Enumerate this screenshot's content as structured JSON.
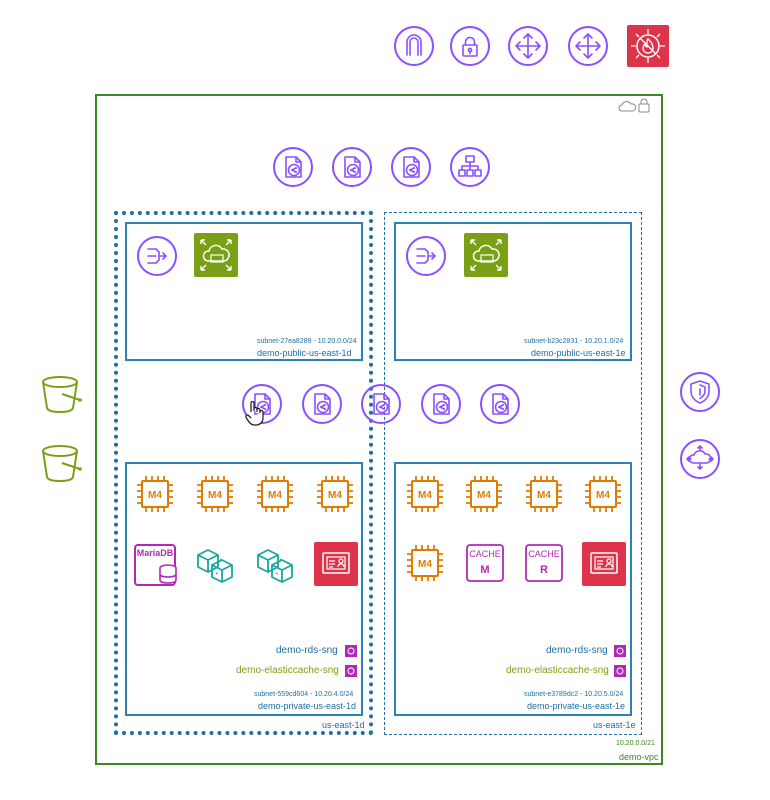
{
  "colors": {
    "vpc_border": "#3f8624",
    "subnet_border": "#2a82b5",
    "purple": "#8c4fff",
    "orange": "#e07b00",
    "teal": "#16a8a0",
    "red": "#dd344c",
    "magenta": "#b02ab5",
    "green_tile": "#7aa116"
  },
  "vpc": {
    "cidr": "10.20.0.0/21",
    "name": "demo-vpc"
  },
  "azs": [
    {
      "name": "us-east-1d"
    },
    {
      "name": "us-east-1e"
    }
  ],
  "subnets": {
    "public_1d": {
      "id_cidr": "subnet-27ea8289 - 10.20.0.0/24",
      "name": "demo-public-us-east-1d"
    },
    "public_1e": {
      "id_cidr": "subnet-b23c2831 - 10.20.1.0/24",
      "name": "demo-public-us-east-1e"
    },
    "private_1d": {
      "id_cidr": "subnet-559cd604 - 10.20.4.0/24",
      "name": "demo-private-us-east-1d",
      "rds_sng": "demo-rds-sng",
      "cache_sng": "demo-elasticcache-sng"
    },
    "private_1e": {
      "id_cidr": "subnet-e3789dc2 - 10.20.5.0/24",
      "name": "demo-private-us-east-1e",
      "rds_sng": "demo-rds-sng",
      "cache_sng": "demo-elasticcache-sng"
    }
  },
  "instance_label": "M4",
  "db_label": "MariaDB",
  "cache_nodes": [
    {
      "title": "CACHE",
      "role": "M"
    },
    {
      "title": "CACHE",
      "role": "R"
    }
  ],
  "icons": {
    "top_row": [
      "internet-gateway-icon",
      "vpn-gateway-icon",
      "router-icon",
      "router-icon",
      "firewall-icon"
    ],
    "vpc_top_row": [
      "endpoint-document-icon",
      "endpoint-document-icon",
      "endpoint-document-icon",
      "load-balancer-icon"
    ],
    "middle_row": [
      "endpoint-document-icon",
      "endpoint-document-icon",
      "endpoint-document-icon",
      "endpoint-document-icon",
      "endpoint-document-icon"
    ],
    "left_side": [
      "s3-bucket-icon",
      "s3-bucket-icon"
    ],
    "right_side": [
      "shield-icon",
      "cloud-transfer-icon"
    ],
    "vpc_badge": "cloud-lock-icon"
  }
}
